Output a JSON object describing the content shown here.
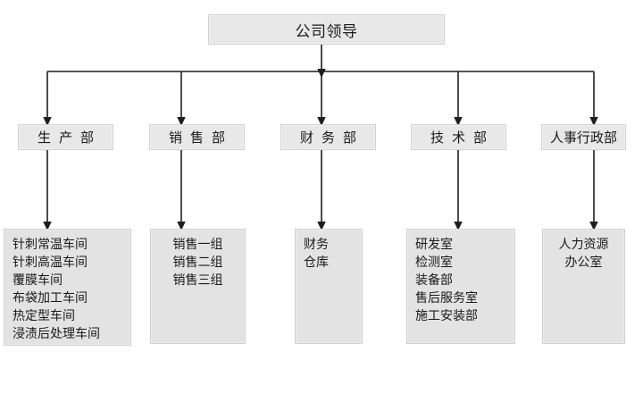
{
  "diagram": {
    "title_node": {
      "label": "公司领导"
    },
    "departments": [
      {
        "name": "dept-production",
        "label": "生产部",
        "wide": false
      },
      {
        "name": "dept-sales",
        "label": "销售部",
        "wide": false
      },
      {
        "name": "dept-finance",
        "label": "财务部",
        "wide": false
      },
      {
        "name": "dept-technology",
        "label": "技术部",
        "wide": false
      },
      {
        "name": "dept-hr-admin",
        "label": "人事行政部",
        "wide": true
      }
    ],
    "subunits": [
      {
        "name": "subunits-production",
        "items": [
          "针刺常温车间",
          "针刺高温车间",
          "覆膜车间",
          "布袋加工车间",
          "热定型车间",
          "浸渍后处理车间"
        ]
      },
      {
        "name": "subunits-sales",
        "items": [
          "销售一组",
          "销售二组",
          "销售三组"
        ]
      },
      {
        "name": "subunits-finance",
        "items": [
          "财务",
          "仓库"
        ]
      },
      {
        "name": "subunits-technology",
        "items": [
          "研发室",
          "检测室",
          "装备部",
          "售后服务室",
          "施工安装部"
        ]
      },
      {
        "name": "subunits-hr-admin",
        "items": [
          "人力资源",
          "办公室"
        ]
      }
    ],
    "colors": {
      "box_fill": "#e8e8e8",
      "box_fill_leaf": "#e3e3e3",
      "box_border": "#d2d2d2",
      "connector": "#1f1f1f",
      "text": "#1a1a1a",
      "background": "#ffffff"
    }
  }
}
